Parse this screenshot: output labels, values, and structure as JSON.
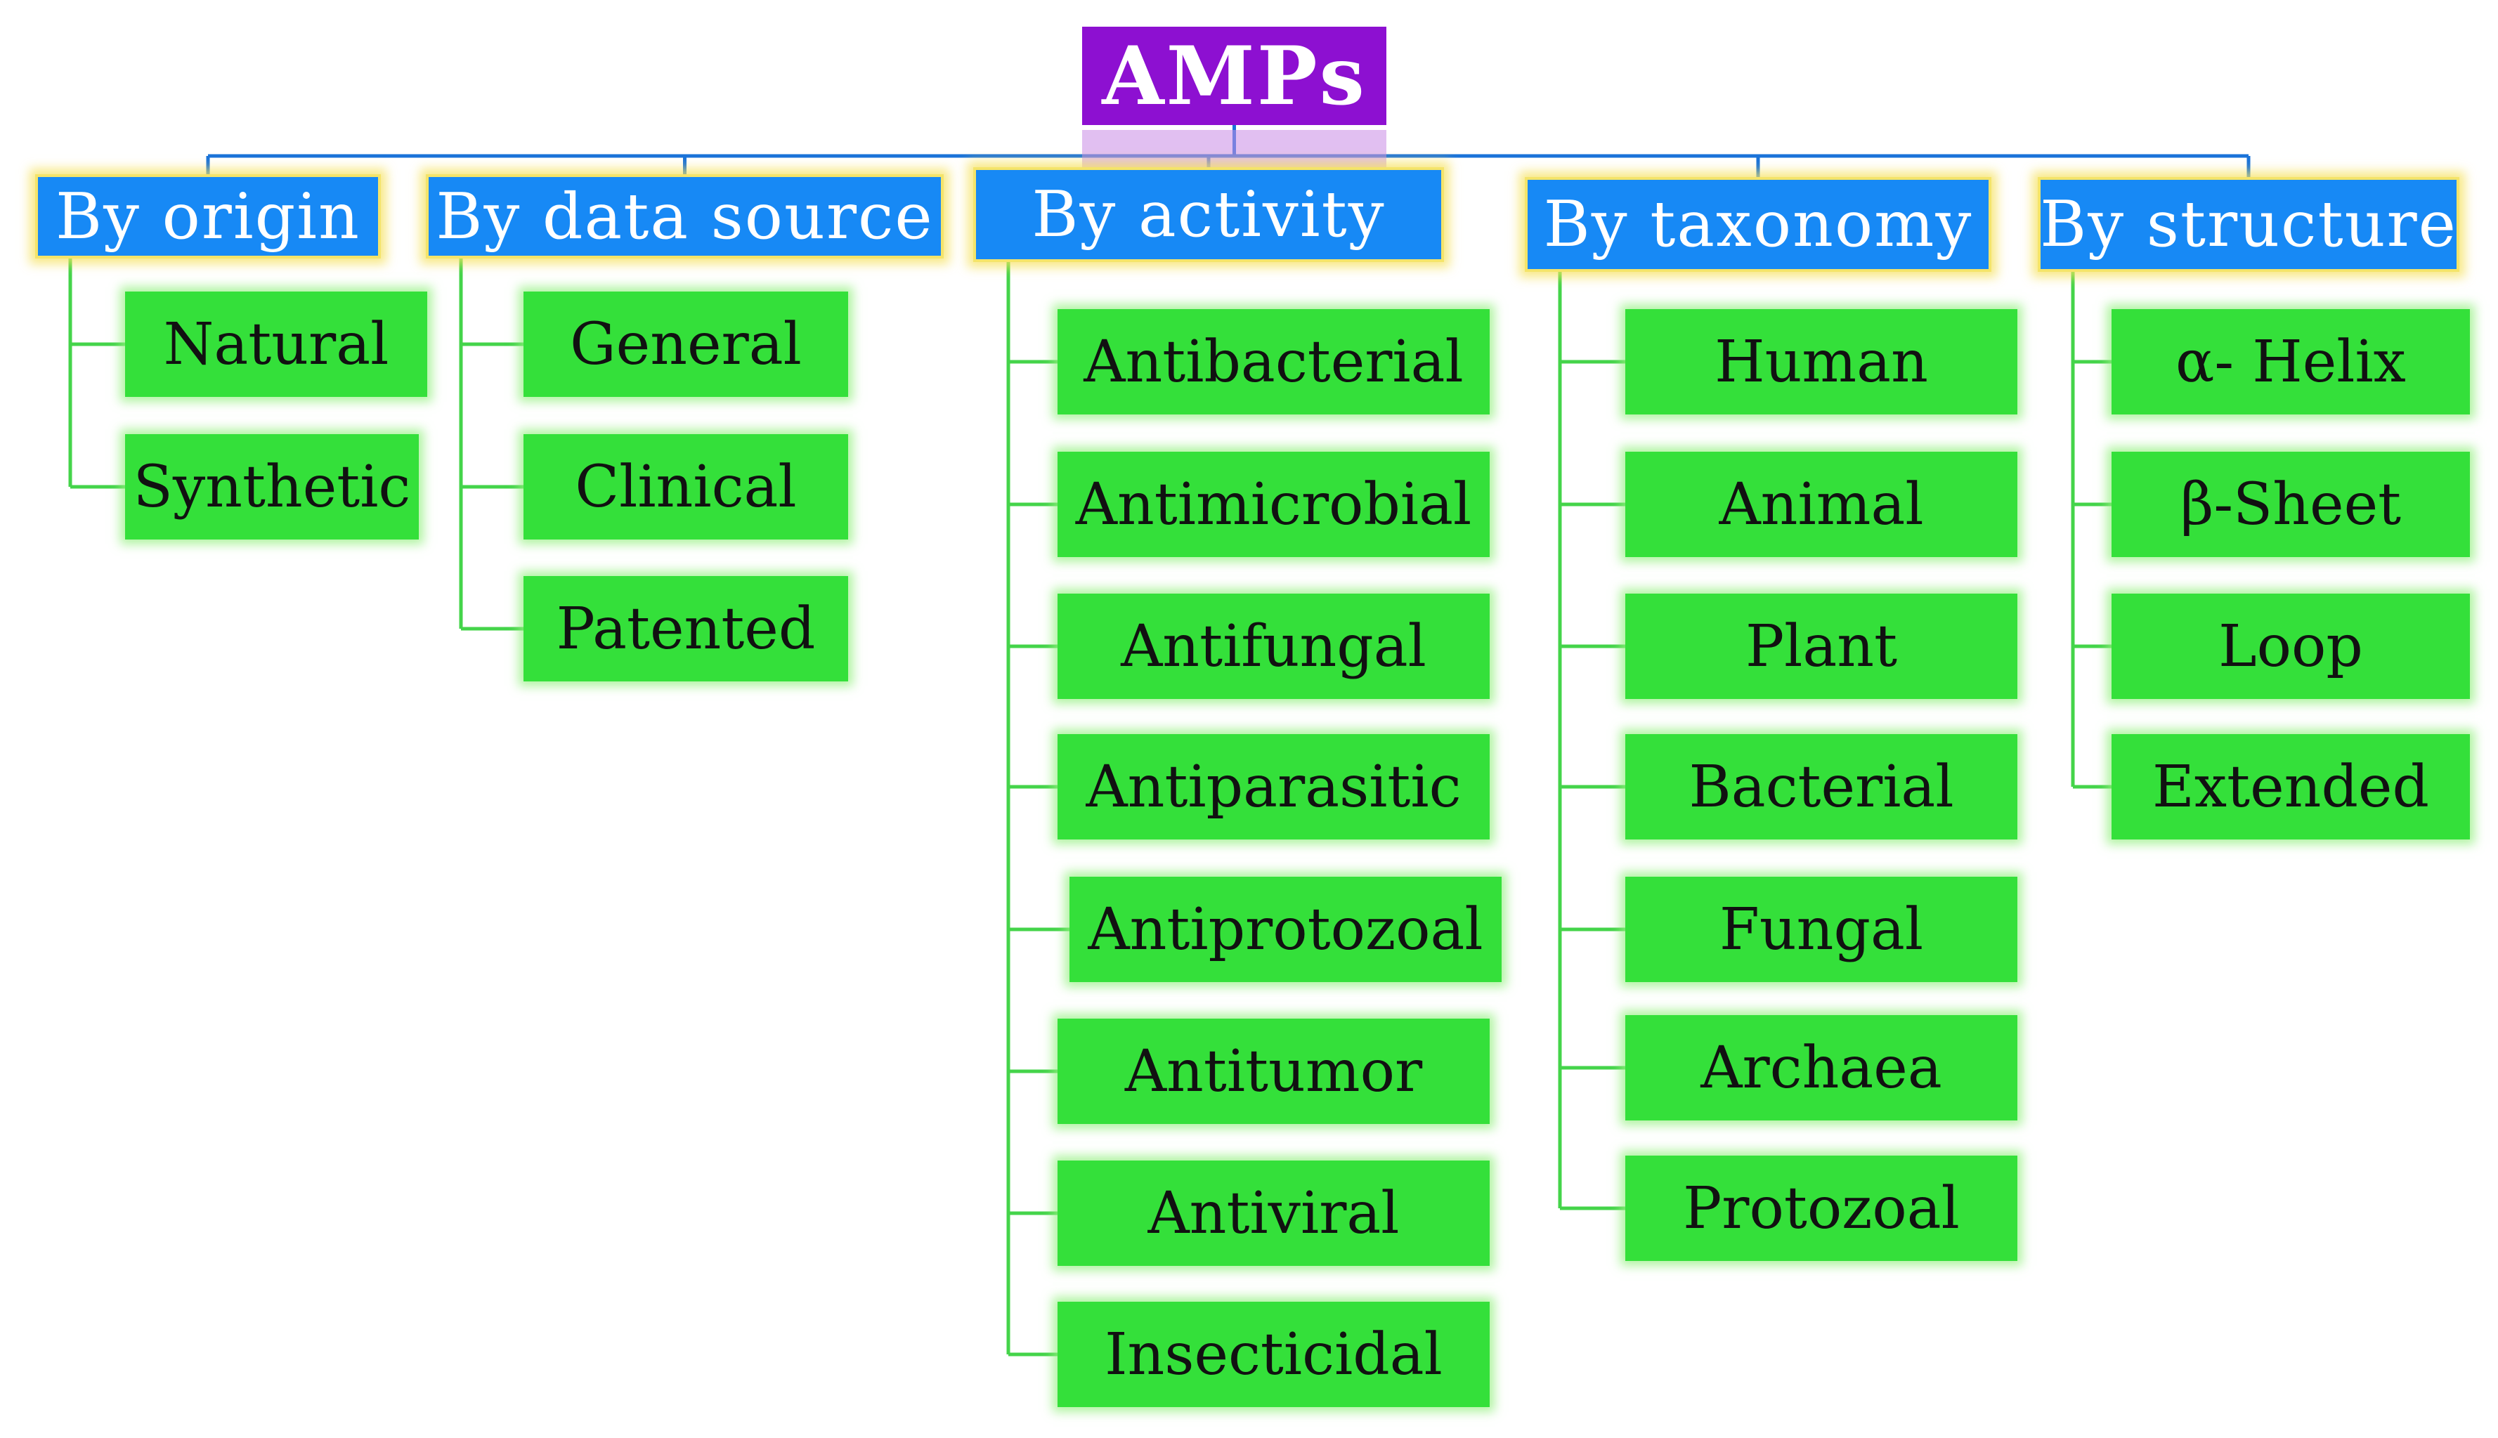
{
  "diagram": {
    "root": {
      "label": "AMPs"
    },
    "categories": [
      {
        "label": "By origin",
        "children": [
          "Natural",
          "Synthetic"
        ]
      },
      {
        "label": "By data source",
        "children": [
          "General",
          "Clinical",
          "Patented"
        ]
      },
      {
        "label": "By activity",
        "children": [
          "Antibacterial",
          "Antimicrobial",
          "Antifungal",
          "Antiparasitic",
          "Antiprotozoal",
          "Antitumor",
          "Antiviral",
          "Insecticidal"
        ]
      },
      {
        "label": "By taxonomy",
        "children": [
          "Human",
          "Animal",
          "Plant",
          "Bacterial",
          "Fungal",
          "Archaea",
          "Protozoal"
        ]
      },
      {
        "label": "By structure",
        "children": [
          "α- Helix",
          "β-Sheet",
          "Loop",
          "Extended"
        ]
      }
    ]
  },
  "colors": {
    "root_fill": "#8d10d1",
    "category_fill": "#1789f5",
    "category_glow": "#f4e46a",
    "leaf_fill": "#34e03a",
    "connector_top": "#1a73d9",
    "connector_branch": "#44d44a"
  }
}
